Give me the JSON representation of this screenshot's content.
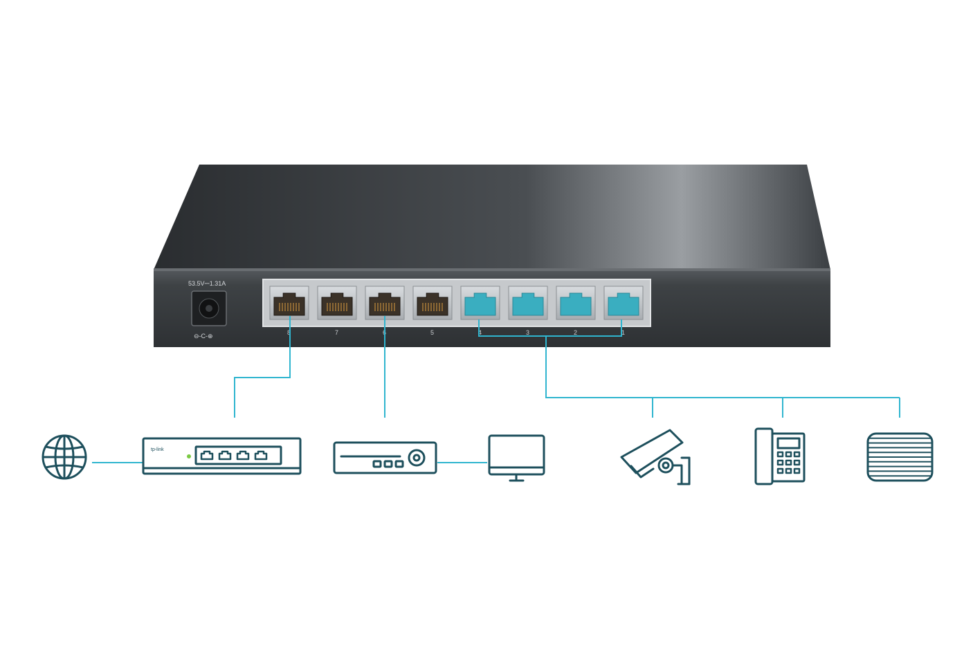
{
  "switch": {
    "power_label": "53.5V⎓1.31A",
    "polarity_symbol": "⊖-C-⊕",
    "ports": [
      {
        "number": "8",
        "poe": false
      },
      {
        "number": "7",
        "poe": false
      },
      {
        "number": "6",
        "poe": false
      },
      {
        "number": "5",
        "poe": false
      },
      {
        "number": "4",
        "poe": true
      },
      {
        "number": "3",
        "poe": true
      },
      {
        "number": "2",
        "poe": true
      },
      {
        "number": "1",
        "poe": true
      }
    ]
  },
  "devices": {
    "router": {
      "brand": "tp-link",
      "icon": "router-icon"
    },
    "internet": {
      "icon": "globe-icon"
    },
    "nvr": {
      "icon": "nvr-icon"
    },
    "monitor": {
      "icon": "monitor-icon"
    },
    "camera": {
      "icon": "camera-icon"
    },
    "phone": {
      "icon": "ip-phone-icon"
    },
    "access_point": {
      "icon": "access-point-icon"
    }
  },
  "colors": {
    "connector_line": "#2fb5cf",
    "icon_stroke": "#1d4f5c",
    "poe_port": "#3aaec0",
    "status_led": "#7ac943"
  }
}
